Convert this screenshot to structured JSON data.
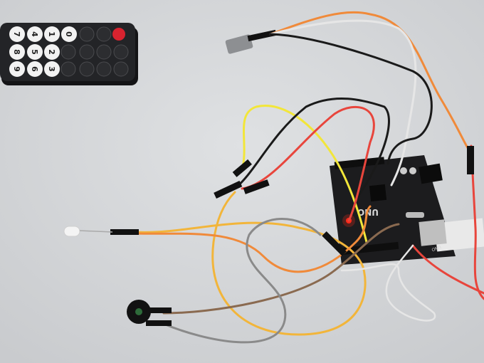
{
  "scene": {
    "background_color": "#d6d8da",
    "remote": {
      "number_keys": [
        "7",
        "4",
        "1",
        "0",
        "8",
        "5",
        "2",
        "9",
        "6",
        "3"
      ],
      "power_color": "#d8232f"
    },
    "board": {
      "label": "UNO",
      "color": "#1c1c1e",
      "led_color": "#ff2a1a"
    },
    "wire_colors": {
      "orange": "#f08a3a",
      "black": "#1a1a1a",
      "white": "#e6e6e6",
      "yellow": "#f2e63a",
      "red": "#e8453c",
      "brown": "#8a6a50",
      "gray": "#8a8a8a"
    }
  }
}
